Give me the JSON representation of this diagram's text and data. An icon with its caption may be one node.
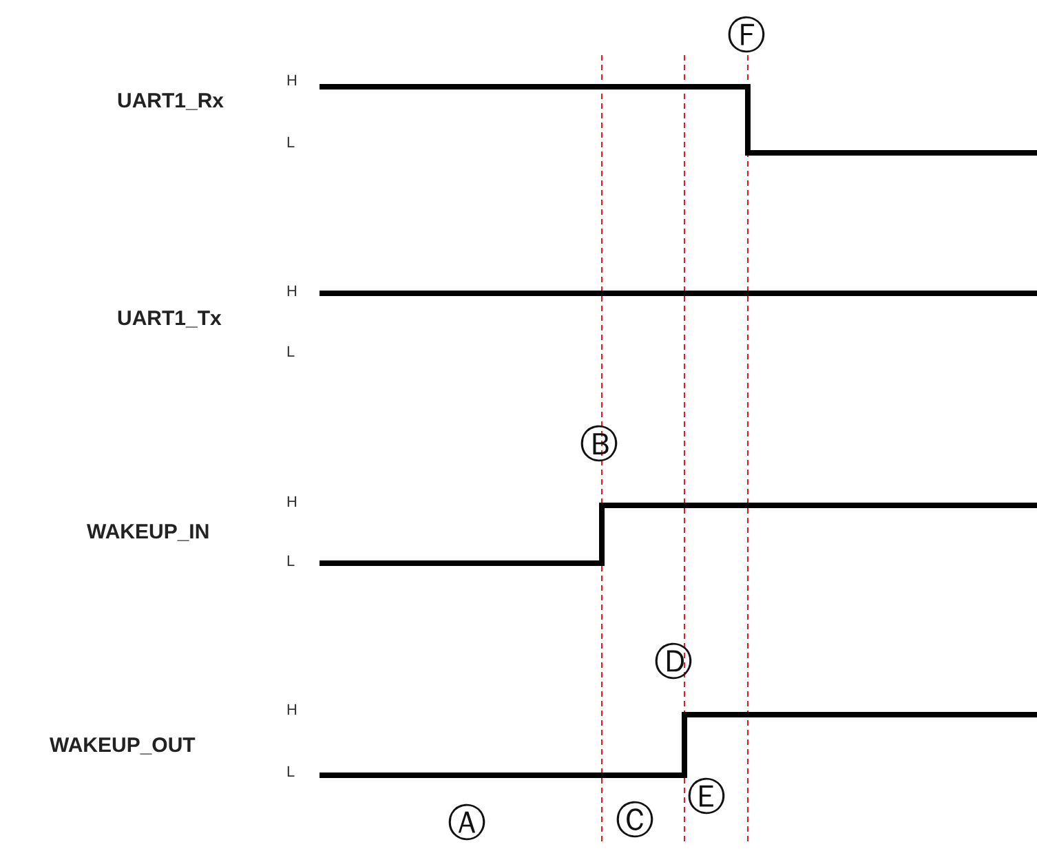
{
  "diagram": {
    "labels": [
      "Ⓕ",
      "H",
      "UART1_Rx",
      "L",
      "H",
      "UART1_Tx",
      "L",
      "Ⓑ",
      "H",
      "WAKEUP_IN",
      "L",
      "Ⓓ",
      "H",
      "WAKEUP_OUT",
      "L",
      "Ⓔ",
      "Ⓐ",
      "Ⓒ"
    ]
  }
}
